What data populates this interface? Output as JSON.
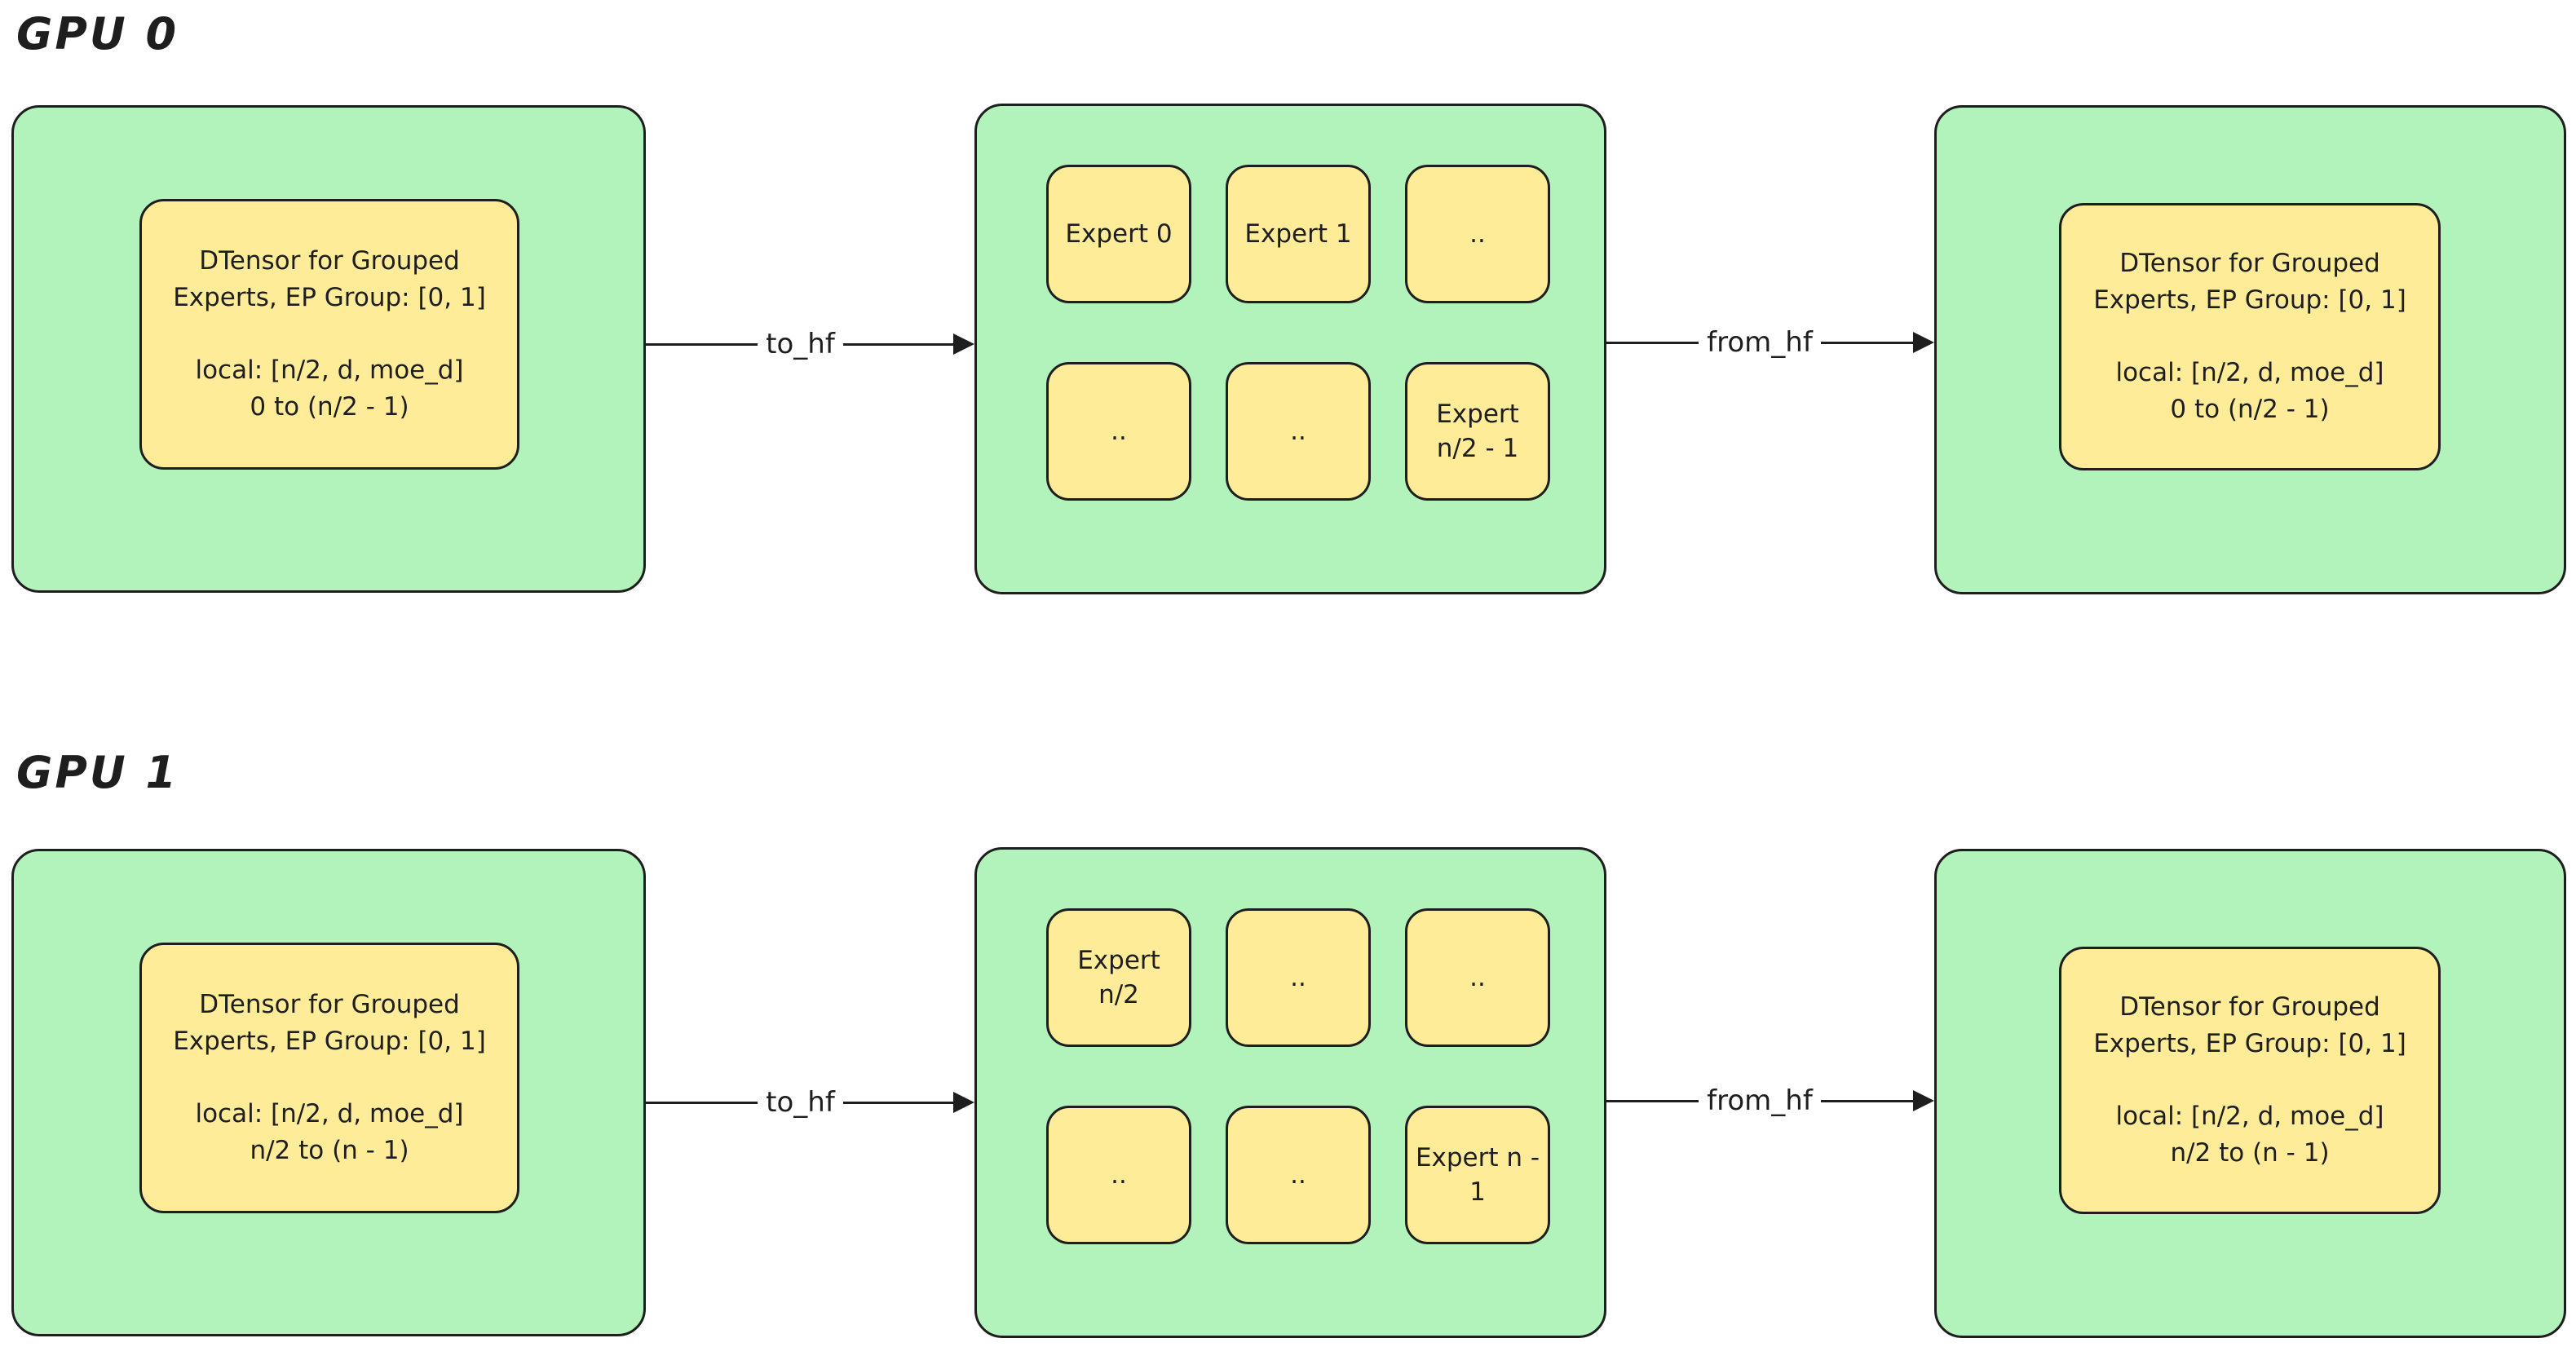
{
  "colors": {
    "green_fill": "#b2f2bb",
    "yellow_fill": "#ffec99",
    "stroke": "#1e1e1e",
    "background": "#ffffff"
  },
  "sections": [
    {
      "title": "GPU 0",
      "dtensor": {
        "line1": "DTensor for Grouped",
        "line2": "Experts, EP Group: [0, 1]",
        "line3": "local: [n/2, d, moe_d]",
        "line4": "0 to (n/2 - 1)"
      },
      "experts": [
        "Expert 0",
        "Expert 1",
        "..",
        "..",
        "..",
        "Expert n/2 - 1"
      ],
      "arrows": {
        "to": "to_hf",
        "from": "from_hf"
      }
    },
    {
      "title": "GPU 1",
      "dtensor": {
        "line1": "DTensor for Grouped",
        "line2": "Experts, EP Group: [0, 1]",
        "line3": "local: [n/2, d, moe_d]",
        "line4": "n/2 to (n - 1)"
      },
      "experts": [
        "Expert n/2",
        "..",
        "..",
        "..",
        "..",
        "Expert n - 1"
      ],
      "arrows": {
        "to": "to_hf",
        "from": "from_hf"
      }
    }
  ]
}
